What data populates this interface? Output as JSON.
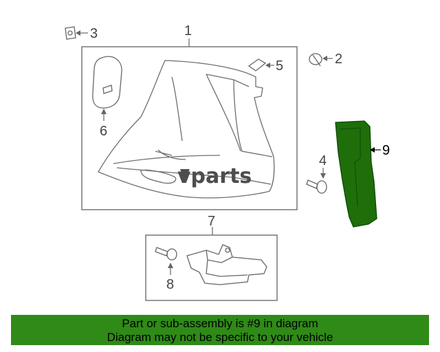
{
  "callouts": {
    "n1": "1",
    "n2": "2",
    "n3": "3",
    "n4": "4",
    "n5": "5",
    "n6": "6",
    "n7": "7",
    "n8": "8",
    "n9": "9"
  },
  "watermark": "vparts",
  "banner": {
    "line1": "Part or sub-assembly is #9 in diagram",
    "line2": "Diagram may not be specific to your vehicle"
  },
  "colors": {
    "highlight_part": "#1e6e0a",
    "banner_bg": "#2f8a17",
    "line": "#6e6e6e"
  }
}
